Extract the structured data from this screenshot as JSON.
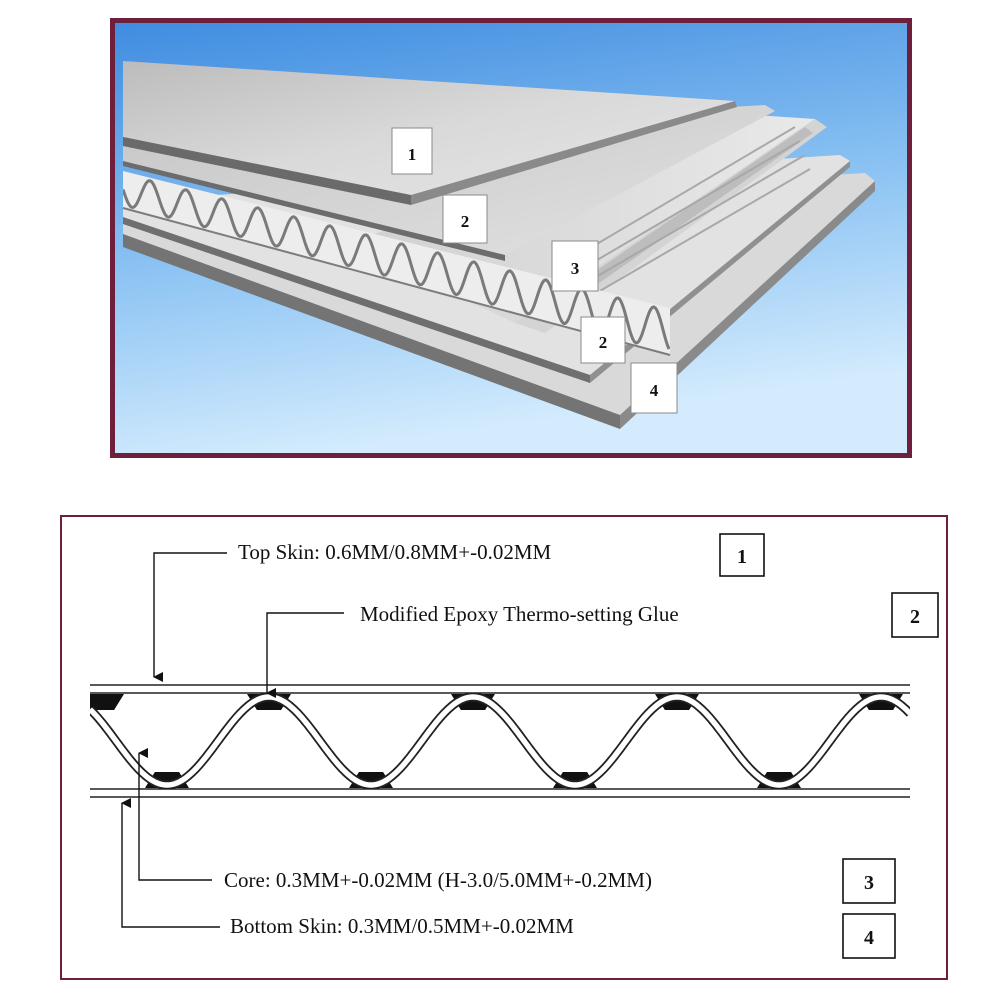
{
  "illustration": {
    "layer_tags": [
      "1",
      "2",
      "3",
      "2",
      "4"
    ]
  },
  "cross_section": {
    "callouts": [
      {
        "id": "top_skin",
        "text": "Top Skin: 0.6MM/0.8MM+-0.02MM"
      },
      {
        "id": "glue",
        "text": "Modified Epoxy Thermo-setting Glue"
      },
      {
        "id": "core",
        "text": "Core: 0.3MM+-0.02MM (H-3.0/5.0MM+-0.2MM)"
      },
      {
        "id": "bottom_skin",
        "text": "Bottom Skin: 0.3MM/0.5MM+-0.02MM"
      }
    ],
    "number_boxes": [
      "1",
      "2",
      "3",
      "4"
    ]
  },
  "colors": {
    "frame": "#6e1f3b",
    "sky_top": "#4f97e3",
    "sky_bottom": "#bfe0fb",
    "panel_light": "#d7d7d7",
    "panel_dark": "#6d6d6d"
  }
}
